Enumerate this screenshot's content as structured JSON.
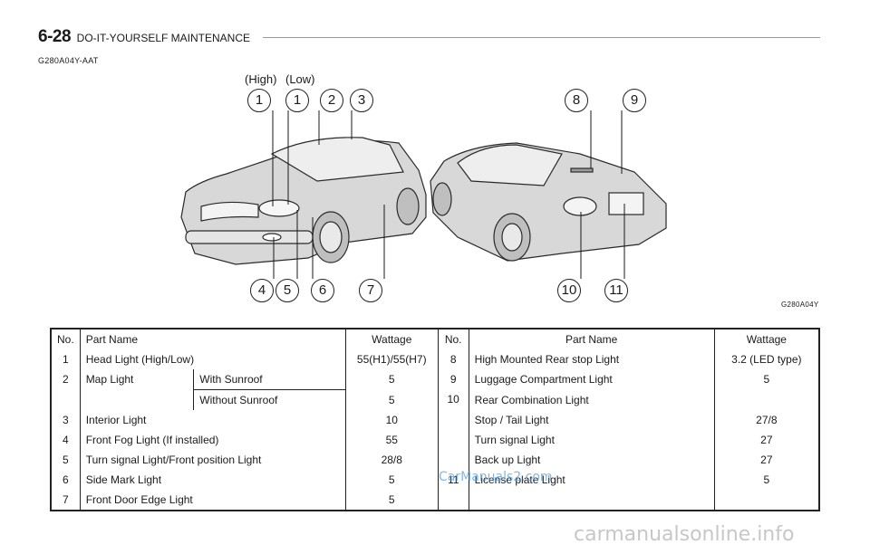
{
  "header": {
    "page_number": "6-28",
    "section": "DO-IT-YOURSELF MAINTENANCE",
    "doc_code": "G280A04Y-AAT"
  },
  "figure": {
    "code": "G280A04Y",
    "label_high": "(High)",
    "label_low": "(Low)",
    "callouts": [
      "1",
      "1",
      "2",
      "3",
      "4",
      "5",
      "6",
      "7",
      "8",
      "9",
      "10",
      "11"
    ]
  },
  "table": {
    "headers": {
      "no": "No.",
      "part": "Part Name",
      "wattage": "Wattage"
    },
    "left": {
      "r1": {
        "no": "1",
        "part": "Head  Light (High/Low)",
        "wattage": "55(H1)/55(H7)"
      },
      "r2": {
        "no": "2",
        "part": "Map Light",
        "sub": "With Sunroof",
        "wattage": "5"
      },
      "r2b": {
        "sub": "Without Sunroof",
        "wattage": "5"
      },
      "r3": {
        "no": "3",
        "part": "Interior Light",
        "wattage": "10"
      },
      "r4": {
        "no": "4",
        "part": "Front Fog Light (If installed)",
        "wattage": "55"
      },
      "r5": {
        "no": "5",
        "part": "Turn signal Light/Front position Light",
        "wattage": "28/8"
      },
      "r6": {
        "no": "6",
        "part": "Side Mark Light",
        "wattage": "5"
      },
      "r7": {
        "no": "7",
        "part": "Front Door Edge Light",
        "wattage": "5"
      }
    },
    "right": {
      "r8": {
        "no": "8",
        "part": "High Mounted Rear stop Light",
        "wattage": "3.2 (LED type)"
      },
      "r9": {
        "no": "9",
        "part": "Luggage Compartment Light",
        "wattage": "5"
      },
      "r10": {
        "no": "10",
        "part": "Rear Combination Light"
      },
      "r10a": {
        "part": "Stop / Tail Light",
        "wattage": "27/8"
      },
      "r10b": {
        "part": "Turn signal Light",
        "wattage": "27"
      },
      "r10c": {
        "part": "Back up Light",
        "wattage": "27"
      },
      "r11": {
        "no": "11",
        "part": "License plate Light",
        "wattage": "5"
      }
    }
  },
  "watermarks": {
    "small": "CarManuals2.com",
    "large": "carmanualsonline.info"
  }
}
